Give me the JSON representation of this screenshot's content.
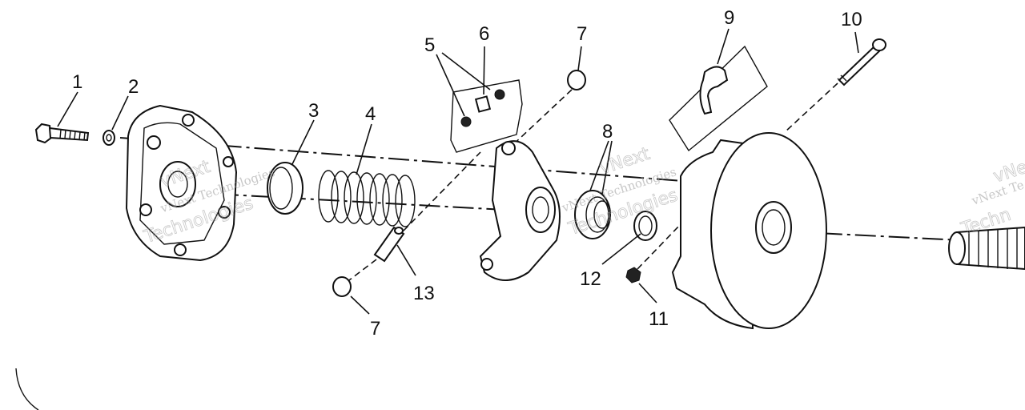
{
  "callouts": [
    {
      "id": "1",
      "text": "1"
    },
    {
      "id": "2",
      "text": "2"
    },
    {
      "id": "3",
      "text": "3"
    },
    {
      "id": "4",
      "text": "4"
    },
    {
      "id": "5",
      "text": "5"
    },
    {
      "id": "6",
      "text": "6"
    },
    {
      "id": "7a",
      "text": "7"
    },
    {
      "id": "7b",
      "text": "7"
    },
    {
      "id": "8",
      "text": "8"
    },
    {
      "id": "9",
      "text": "9"
    },
    {
      "id": "10",
      "text": "10"
    },
    {
      "id": "11",
      "text": "11"
    },
    {
      "id": "12",
      "text": "12"
    },
    {
      "id": "13",
      "text": "13"
    }
  ],
  "watermark": {
    "brand": "vNext Technologies",
    "brand_short": "vNext Te",
    "word": "Technologies",
    "word_short": "Techn",
    "prefix": "vNext"
  }
}
